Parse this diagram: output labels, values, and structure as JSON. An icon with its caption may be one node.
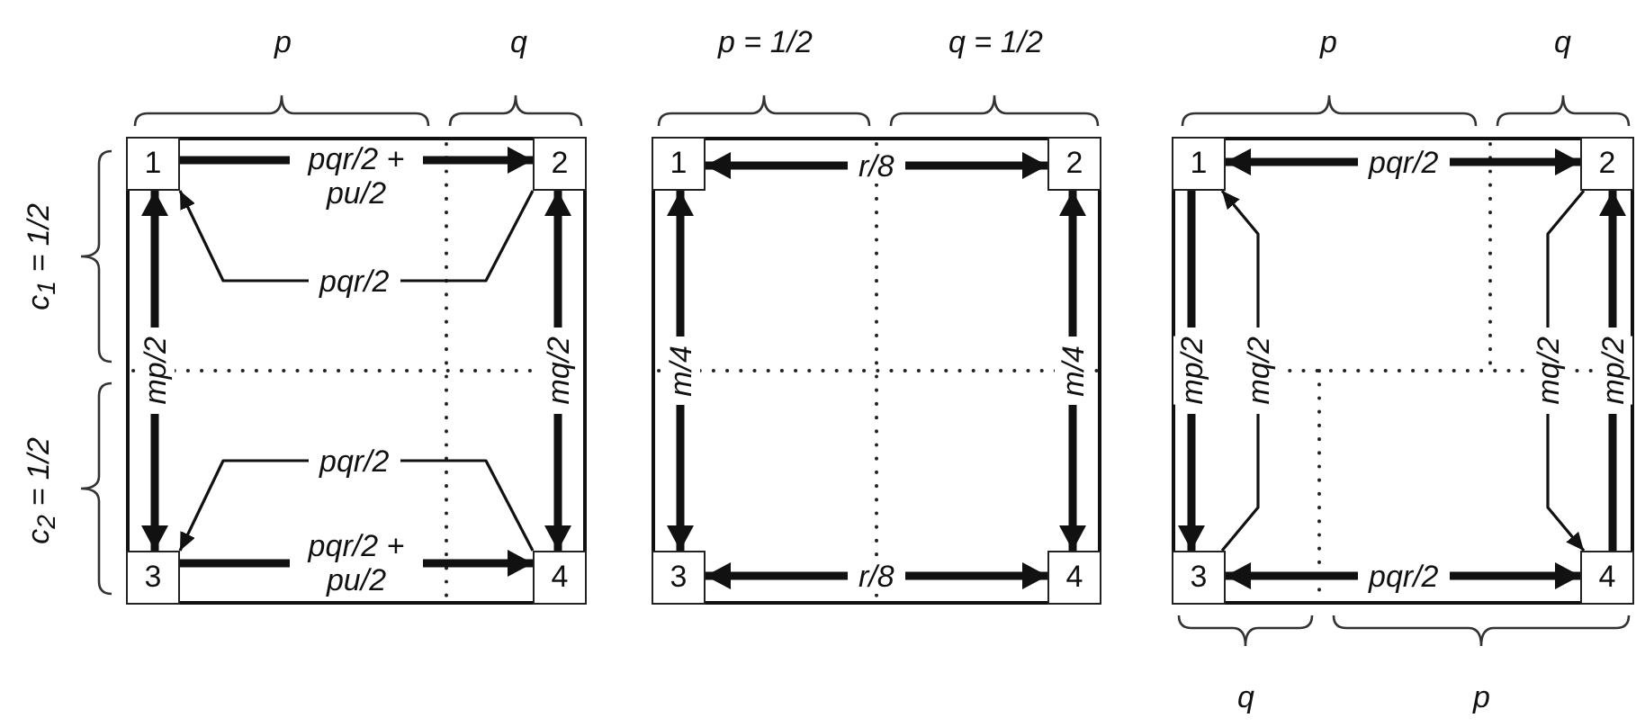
{
  "diagram": {
    "nodes": [
      {
        "text": [],
        "shape": "box"
      },
      {
        "text": [
          "1"
        ],
        "in": 0
      },
      {
        "text": [
          "2"
        ],
        "in": 0
      },
      {
        "text": [
          "3"
        ],
        "in": 0
      },
      {
        "text": [
          "4"
        ],
        "in": 0
      },
      {
        "text": [],
        "shape": "box"
      },
      {
        "text": [
          "1"
        ],
        "in": 5
      },
      {
        "text": [
          "2"
        ],
        "in": 5
      },
      {
        "text": [
          "3"
        ],
        "in": 5
      },
      {
        "text": [
          "4"
        ],
        "in": 5
      },
      {
        "text": [],
        "shape": "box"
      },
      {
        "text": [
          "1"
        ],
        "in": 10
      },
      {
        "text": [
          "2"
        ],
        "in": 10
      },
      {
        "text": [
          "3"
        ],
        "in": 10
      },
      {
        "text": [
          "4"
        ],
        "in": 10
      }
    ],
    "edges": [
      {
        "from": 1,
        "to": 2,
        "arrow": "to",
        "label": "pqr/2 + pu/2"
      },
      {
        "from": 2,
        "to": 1,
        "arrow": "to",
        "label": "pqr/2"
      },
      {
        "from": 1,
        "to": 3,
        "arrow": "both",
        "label": "mp/2"
      },
      {
        "from": 2,
        "to": 4,
        "arrow": "both",
        "label": "mq/2"
      },
      {
        "from": 4,
        "to": 3,
        "arrow": "to",
        "label": "pqr/2"
      },
      {
        "from": 3,
        "to": 4,
        "arrow": "to",
        "label": "pqr/2 + pu/2"
      },
      {
        "from": 6,
        "to": 7,
        "arrow": "both",
        "label": "r/8"
      },
      {
        "from": 6,
        "to": 8,
        "arrow": "both",
        "label": "m/4"
      },
      {
        "from": 7,
        "to": 9,
        "arrow": "both",
        "label": "m/4"
      },
      {
        "from": 8,
        "to": 9,
        "arrow": "both",
        "label": "r/8"
      },
      {
        "from": 11,
        "to": 12,
        "arrow": "both",
        "label": "pqr/2"
      },
      {
        "from": 11,
        "to": 13,
        "arrow": "to",
        "label": "mp/2"
      },
      {
        "from": 13,
        "to": 11,
        "arrow": "to",
        "label": "mq/2"
      },
      {
        "from": 12,
        "to": 14,
        "arrow": "to",
        "label": "mq/2"
      },
      {
        "from": 14,
        "to": 12,
        "arrow": "to",
        "label": "mp/2"
      },
      {
        "from": 13,
        "to": 14,
        "arrow": "both",
        "label": "pqr/2"
      }
    ],
    "labels": [
      "p",
      "q",
      "p = 1/2",
      "q = 1/2",
      "p",
      "q",
      "c$_{1}$ = 1/2",
      "c$_{2}$ = 1/2",
      "q",
      "p"
    ]
  }
}
